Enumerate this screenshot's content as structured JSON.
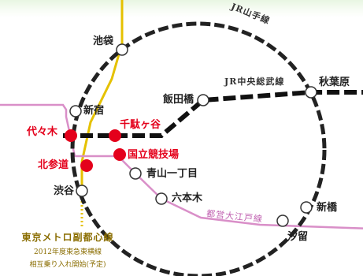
{
  "lines": {
    "yamanote": "JR山手線",
    "chuo_sobu": "JR中央総武線",
    "oedo": "都営大江戸線"
  },
  "stations": {
    "ikebukuro": "池袋",
    "shinjuku": "新宿",
    "iidabashi": "飯田橋",
    "akihabara": "秋葉原",
    "yoyogi": "代々木",
    "sendagaya": "千駄ヶ谷",
    "kokuritsu": "国立競技場",
    "kitasando": "北参道",
    "aoyama": "青山一丁目",
    "shibuya": "渋谷",
    "roppongi": "六本木",
    "shinbashi": "新橋",
    "shiodome": "汐留"
  },
  "metro_note": {
    "title": "東京メトロ副都心線",
    "line1": "2012年度東急東横線",
    "line2": "相互乗り入れ開始(予定)"
  },
  "colors": {
    "yamanote": "#222222",
    "chuo_sobu": "#111111",
    "oedo": "#d98fc8",
    "fukutoshin": "#e5c100",
    "highlight": "#e4001b"
  }
}
